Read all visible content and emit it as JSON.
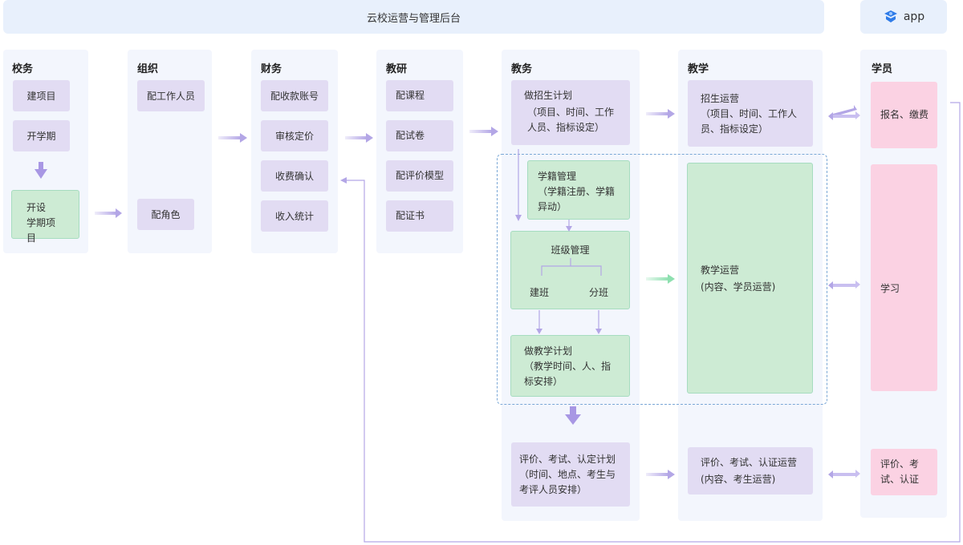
{
  "banner": {
    "title": "云校运营与管理后台"
  },
  "app": {
    "label": "app",
    "icon": "app-logo-icon"
  },
  "columns": {
    "xiaowu": {
      "title": "校务",
      "items": [
        "建项目",
        "开学期",
        "开设\n学期项目"
      ]
    },
    "zuzhi": {
      "title": "组织",
      "items": [
        "配工作人员",
        "配角色"
      ]
    },
    "caiwu": {
      "title": "财务",
      "items": [
        "配收款账号",
        "审核定价",
        "收费确认",
        "收入统计"
      ]
    },
    "jiaoyan": {
      "title": "教研",
      "items": [
        "配课程",
        "配试卷",
        "配评价模型",
        "配证书"
      ]
    },
    "jiaowu": {
      "title": "教务",
      "recruit_plan": {
        "title": "做招生计划",
        "detail": "（项目、时间、工作 人员、指标设定）"
      },
      "enrollment": {
        "title": "学籍管理",
        "detail": "（学籍注册、学籍异动）"
      },
      "class_mgmt": {
        "title": "班级管理",
        "left": "建班",
        "right": "分班"
      },
      "teaching_plan": {
        "title": "做教学计划",
        "detail": "（教学时间、人、指标安排）"
      },
      "eval_plan": {
        "title": "评价、考试、认定计划",
        "detail": "（时间、地点、考生与考评人员安排）"
      }
    },
    "jiaoxue": {
      "title": "教学",
      "recruit_ops": {
        "title": "招生运营",
        "detail": "（项目、时间、工作人员、指标设定）"
      },
      "teaching_ops": {
        "title": "教学运营",
        "detail": "(内容、学员运营)"
      },
      "eval_ops": {
        "title": "评价、考试、认证运营",
        "detail": "(内容、考生运营)"
      }
    },
    "xueyuan": {
      "title": "学员",
      "items": [
        "报名、缴费",
        "学习",
        "评价、考试、认证"
      ]
    }
  },
  "colors": {
    "purple": "#e2dcf3",
    "green": "#cdebd4",
    "pink": "#fbd2e3",
    "arrow": "#b3a6e6",
    "column_bg": "#f3f6fd",
    "banner_bg": "#e8f0fc"
  }
}
